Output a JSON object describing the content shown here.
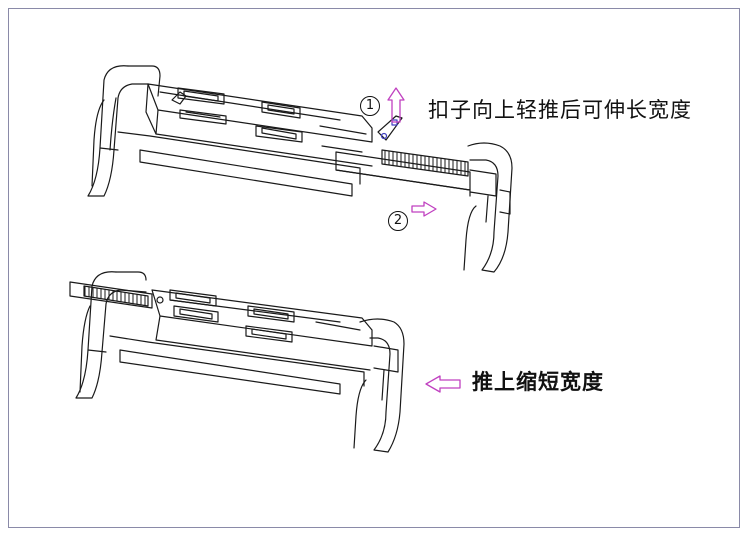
{
  "annotations": {
    "step_1": "1",
    "step_2": "2",
    "extend_instruction": "扣子向上轻推后可伸长宽度",
    "shorten_instruction": "推上缩短宽度"
  },
  "colors": {
    "line": "#1a1a1a",
    "arrow": "#c040c0",
    "frame": "#8a8aa8",
    "latch": "#4040c0"
  }
}
